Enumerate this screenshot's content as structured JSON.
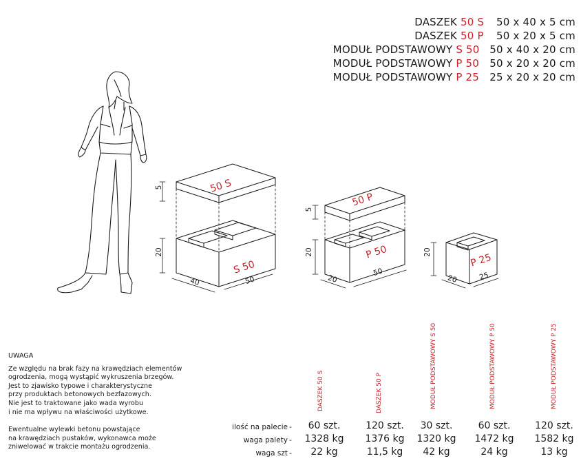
{
  "specs": [
    {
      "name": "DASZEK",
      "code": "50 S",
      "dims": "50 x 40 x 5 cm"
    },
    {
      "name": "DASZEK",
      "code": "50 P",
      "dims": "50 x 20 x 5 cm"
    },
    {
      "name": "MODUŁ PODSTAWOWY",
      "code": "S 50",
      "dims": "50 x 40 x 20 cm"
    },
    {
      "name": "MODUŁ PODSTAWOWY",
      "code": "P 50",
      "dims": "50 x 20 x 20 cm"
    },
    {
      "name": "MODUŁ PODSTAWOWY",
      "code": "P 25",
      "dims": "25 x 20 x 20 cm"
    }
  ],
  "drawing": {
    "block1": {
      "cap_label": "50 S",
      "base_label": "S 50",
      "dim_cap": "5",
      "dim_height": "20",
      "dim_depth": "40",
      "dim_length": "50"
    },
    "block2": {
      "cap_label": "50 P",
      "base_label": "P 50",
      "dim_cap": "5",
      "dim_height": "20",
      "dim_depth": "20",
      "dim_length": "50"
    },
    "block3": {
      "base_label": "P 25",
      "dim_height": "20",
      "dim_depth": "20",
      "dim_length": "25"
    }
  },
  "note": {
    "heading": "UWAGA",
    "para1": [
      "Ze względu na brak fazy na krawędziach elementów",
      "ogrodzenia, mogą wystąpić wykruszenia brzegów.",
      "Jest to zjawisko typowe i charakterystyczne",
      "przy produktach betonowych bezfazowych.",
      "Nie jest to traktowane jako wada wyrobu",
      "i nie ma wpływu na właściwości użytkowe."
    ],
    "para2": [
      "Ewentualne wylewki betonu powstające",
      "na krawędziach pustaków, wykonawca może",
      "zniwelować w trakcie montażu ogrodzenia."
    ]
  },
  "table": {
    "columns": [
      "DASZEK 50 S",
      "DASZEK 50 P",
      "MODUŁ PODSTAWOWY S 50",
      "MODUŁ PODSTAWOWY P 50",
      "MODUŁ PODSTAWOWY P 25"
    ],
    "rows": [
      {
        "label": "ilość na palecie",
        "values": [
          "60 szt.",
          "120 szt.",
          "30 szt.",
          "60 szt.",
          "120 szt."
        ]
      },
      {
        "label": "waga palety",
        "values": [
          "1328 kg",
          "1376 kg",
          "1320 kg",
          "1472 kg",
          "1582 kg"
        ]
      },
      {
        "label": "waga szt",
        "values": [
          "22 kg",
          "11,5 kg",
          "42 kg",
          "24 kg",
          "13 kg"
        ]
      }
    ],
    "dash": "-"
  },
  "colors": {
    "accent": "#c8232c",
    "ink": "#1a1a1a"
  }
}
